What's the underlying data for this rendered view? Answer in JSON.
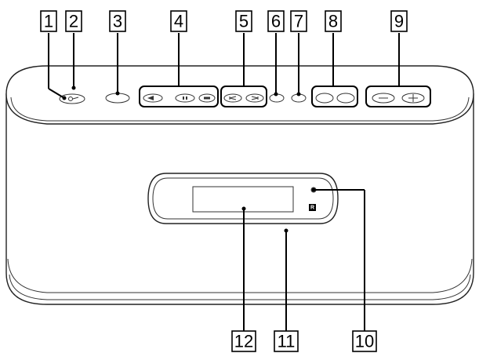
{
  "callouts": [
    {
      "id": 1,
      "label": "1"
    },
    {
      "id": 2,
      "label": "2"
    },
    {
      "id": 3,
      "label": "3"
    },
    {
      "id": 4,
      "label": "4"
    },
    {
      "id": 5,
      "label": "5"
    },
    {
      "id": 6,
      "label": "6"
    },
    {
      "id": 7,
      "label": "7"
    },
    {
      "id": 8,
      "label": "8"
    },
    {
      "id": 9,
      "label": "9"
    },
    {
      "id": 10,
      "label": "10"
    },
    {
      "id": 11,
      "label": "11"
    },
    {
      "id": 12,
      "label": "12"
    }
  ],
  "panel": {
    "remote_mark": "R"
  },
  "icons": {
    "power": "power-standby-icon",
    "play": "play-enter-icon",
    "pause": "pause-icon",
    "stop": "stop-icon",
    "prev": "previous-icon",
    "next": "next-icon",
    "vol_down": "volume-down-icon",
    "vol_up": "volume-up-icon"
  }
}
